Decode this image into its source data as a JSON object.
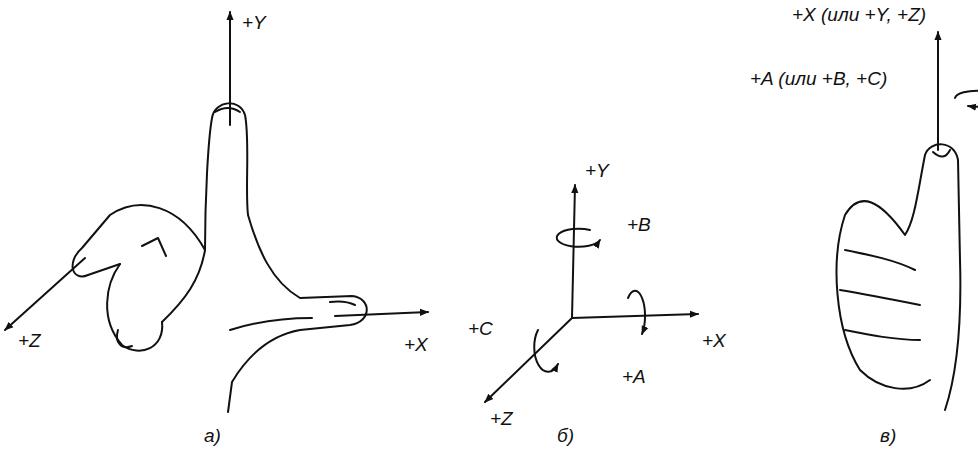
{
  "diagram": {
    "labels": [
      "+Y",
      "+Z",
      "+X",
      "а)",
      "+Y",
      "+B",
      "+C",
      "+X",
      "+A",
      "+Z",
      "б)",
      "+X (или +Y, +Z)",
      "+A (или +B, +C)",
      "в)"
    ]
  }
}
